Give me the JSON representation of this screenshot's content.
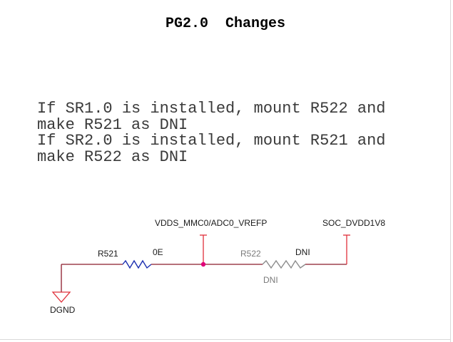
{
  "page": {
    "title": "PG2.0  Changes"
  },
  "notes": {
    "lines": [
      "If SR1.0 is installed, mount R522 and",
      "make R521 as DNI",
      "If SR2.0 is installed, mount R521 and",
      "make R522 as DNI"
    ]
  },
  "schematic": {
    "labels": {
      "r521_ref": "R521",
      "r521_value": "0E",
      "r522_ref": "R522",
      "r522_value": "DNI",
      "r522_note": "DNI",
      "net_vref": "VDDS_MMC0/ADC0_VREFP",
      "net_supply": "SOC_DVDD1V8",
      "ground": "DGND"
    },
    "colors": {
      "wire": "#8b1a2b",
      "power": "#e0303a",
      "junction": "#e0007a",
      "resistor_active": "#1c2fb0",
      "resistor_dni": "#8c8c8c",
      "ground_symbol": "#e0303a",
      "label_text": "#1a1a1a",
      "dni_text": "#7a7a7a"
    }
  }
}
